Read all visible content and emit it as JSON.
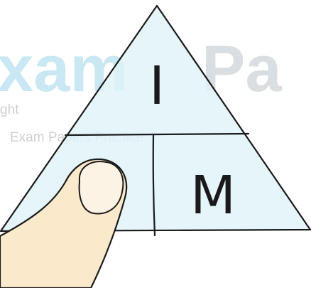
{
  "formula_triangle": {
    "top_letter": "I",
    "bottom_right_letter": "M",
    "bottom_left_letter": "",
    "fill_color": "#dff3f9",
    "stroke_color": "#1a1a1a"
  },
  "finger": {
    "skin_color": "#fbe9cc",
    "nail_color": "#fdf3e4"
  },
  "watermark": {
    "left_big": "xam",
    "right_big": "Pa",
    "line1": "ght",
    "line2": "Exam Papers Practice",
    "left_color": "#c9e8f3",
    "right_color": "#d9dee2",
    "small_color": "#cfcfcf"
  }
}
